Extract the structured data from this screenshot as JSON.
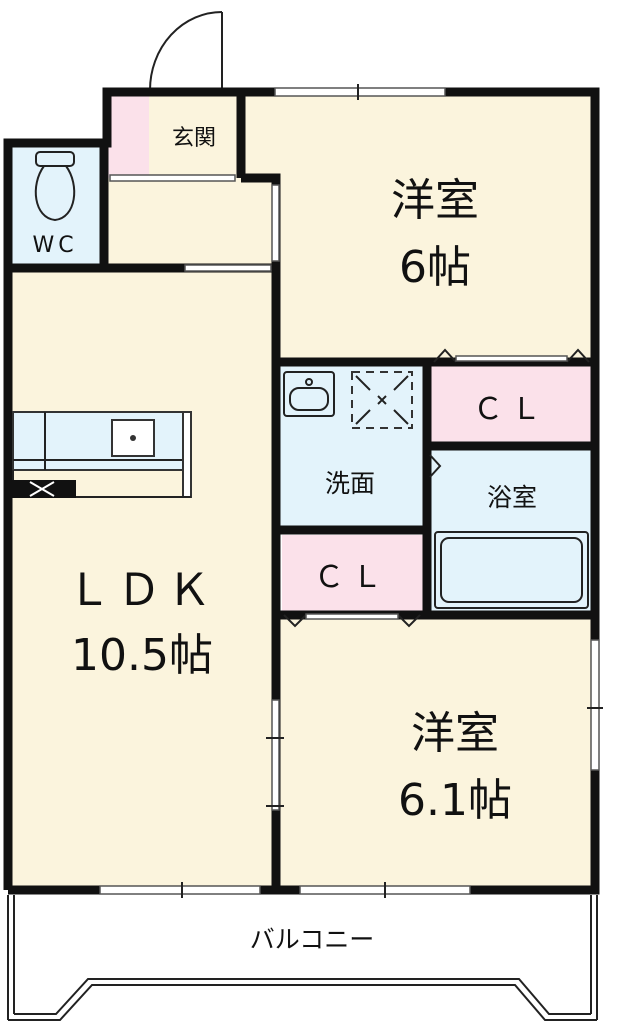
{
  "rooms": {
    "entrance": {
      "label": "玄関"
    },
    "wc": {
      "label": "WC"
    },
    "western_room_1": {
      "name": "洋室",
      "size": "6帖"
    },
    "ldk": {
      "name": "ＬＤＫ",
      "size": "10.5帖"
    },
    "closet_1": {
      "label": "ＣＬ"
    },
    "closet_2": {
      "label": "ＣＬ"
    },
    "washroom": {
      "label": "洗面"
    },
    "bathroom": {
      "label": "浴室"
    },
    "western_room_2": {
      "name": "洋室",
      "size": "6.1帖"
    },
    "balcony": {
      "label": "バルコニー"
    }
  },
  "colors": {
    "living_area": "#fbf4dd",
    "wet_area": "#e3f3fb",
    "closet_entrance": "#fbe1ea",
    "walls": "#111111",
    "background": "#ffffff"
  }
}
